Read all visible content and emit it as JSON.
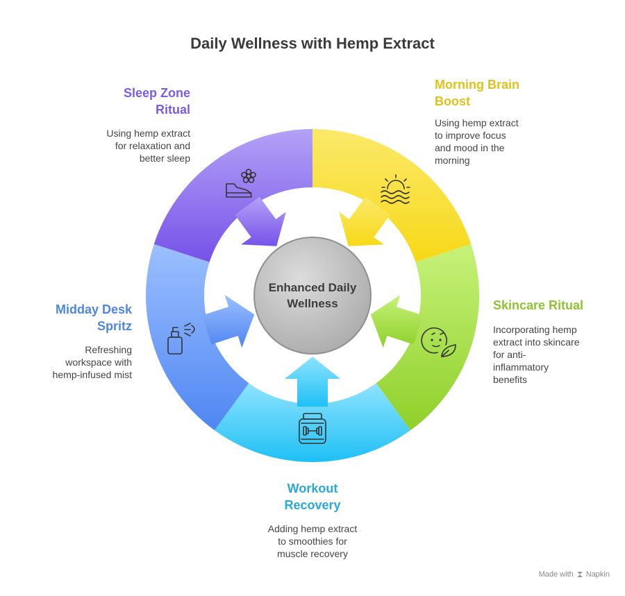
{
  "title": "Daily Wellness with Hemp Extract",
  "center_label_line1": "Enhanced Daily",
  "center_label_line2": "Wellness",
  "segments": [
    {
      "key": "sleep",
      "heading_line1": "Sleep Zone",
      "heading_line2": "Ritual",
      "desc_lines": [
        "Using hemp extract",
        "for relaxation and",
        "better sleep"
      ],
      "color": "#7b5ce6",
      "icon": "slipper-flower-icon"
    },
    {
      "key": "morning",
      "heading_line1": "Morning Brain",
      "heading_line2": "Boost",
      "desc_lines": [
        "Using hemp extract",
        "to improve focus",
        "and mood in the",
        "morning"
      ],
      "color": "#e0c21a",
      "icon": "sunrise-over-water-icon"
    },
    {
      "key": "skincare",
      "heading_line1": "Skincare Ritual",
      "heading_line2": "",
      "desc_lines": [
        "Incorporating hemp",
        "extract into skincare",
        "for anti-",
        "inflammatory",
        "benefits"
      ],
      "color": "#8cc432",
      "icon": "face-leaf-icon"
    },
    {
      "key": "workout",
      "heading_line1": "Workout",
      "heading_line2": "Recovery",
      "desc_lines": [
        "Adding hemp extract",
        "to smoothies for",
        "muscle recovery"
      ],
      "color": "#2aa9d6",
      "icon": "dumbbell-jar-icon"
    },
    {
      "key": "midday",
      "heading_line1": "Midday Desk",
      "heading_line2": "Spritz",
      "desc_lines": [
        "Refreshing",
        "workspace with",
        "hemp-infused mist"
      ],
      "color": "#4f86e0",
      "icon": "spray-bottle-icon"
    }
  ],
  "footer": {
    "made_with": "Made with",
    "brand": "Napkin"
  }
}
